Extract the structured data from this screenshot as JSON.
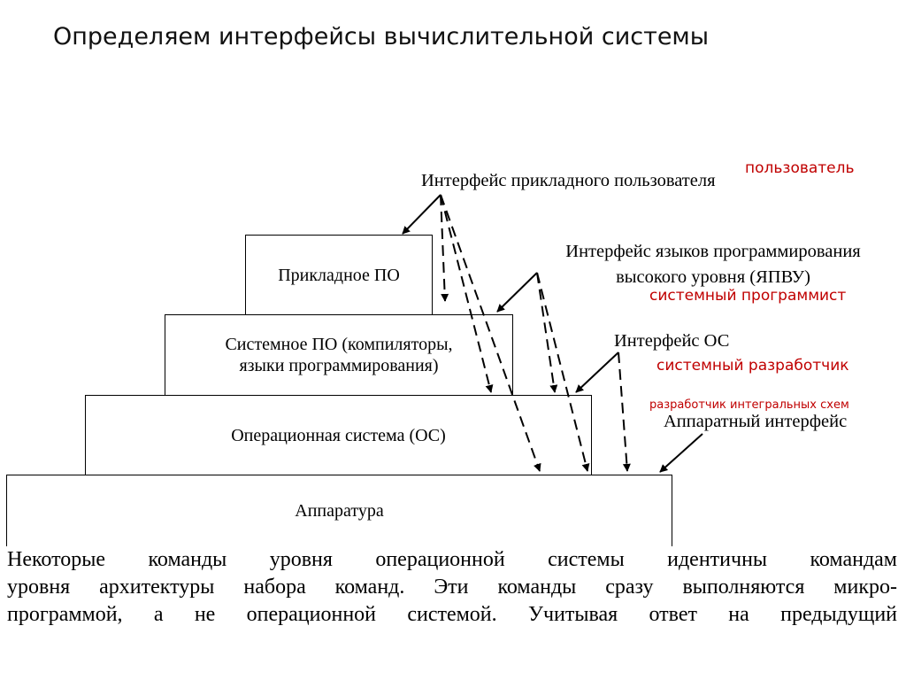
{
  "slide": {
    "title": "Определяем интерфейсы вычислительной системы"
  },
  "layers": {
    "application": "Прикладное ПО",
    "system_sw_line1": "Системное ПО (компиляторы,",
    "system_sw_line2": "языки программирования)",
    "os": "Операционная система (ОС)",
    "hardware": "Аппаратура"
  },
  "interfaces": {
    "app_user": "Интерфейс прикладного пользователя",
    "hll_line1": "Интерфейс языков программирования",
    "hll_line2": "высокого уровня (ЯПВУ)",
    "os": "Интерфейс ОС",
    "hardware": "Аппаратный интерфейс"
  },
  "roles": {
    "user": "пользователь",
    "system_programmer": "системный программист",
    "system_developer": "системный разработчик",
    "ic_developer": "разработчик интегральных схем"
  },
  "paragraph": {
    "line1": "Некоторые команды уровня операционной системы идентичны командам",
    "line2": "уровня архитектуры набора команд. Эти команды сразу выполняются микро-",
    "line3": "программой, а не операционной системой. Учитывая ответ на предыдущий"
  },
  "colors": {
    "role_text": "#c00000",
    "line": "#000000"
  }
}
